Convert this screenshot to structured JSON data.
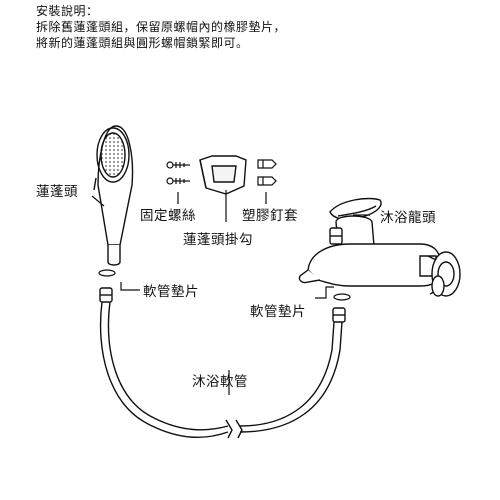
{
  "instructions": {
    "title": "安裝說明：",
    "line1": "拆除舊蓮蓬頭組，保留原螺帽內的橡膠墊片，",
    "line2": "將新的蓮蓬頭組與圓形螺帽鎖緊即可。"
  },
  "labels": {
    "shower_head": "蓮蓬頭",
    "screws": "固定螺絲",
    "anchors": "塑膠釘套",
    "holder": "蓮蓬頭掛勾",
    "faucet": "沐浴龍頭",
    "hose_gasket_left": "軟管墊片",
    "hose_gasket_right": "軟管墊片",
    "hose": "沐浴軟管"
  }
}
